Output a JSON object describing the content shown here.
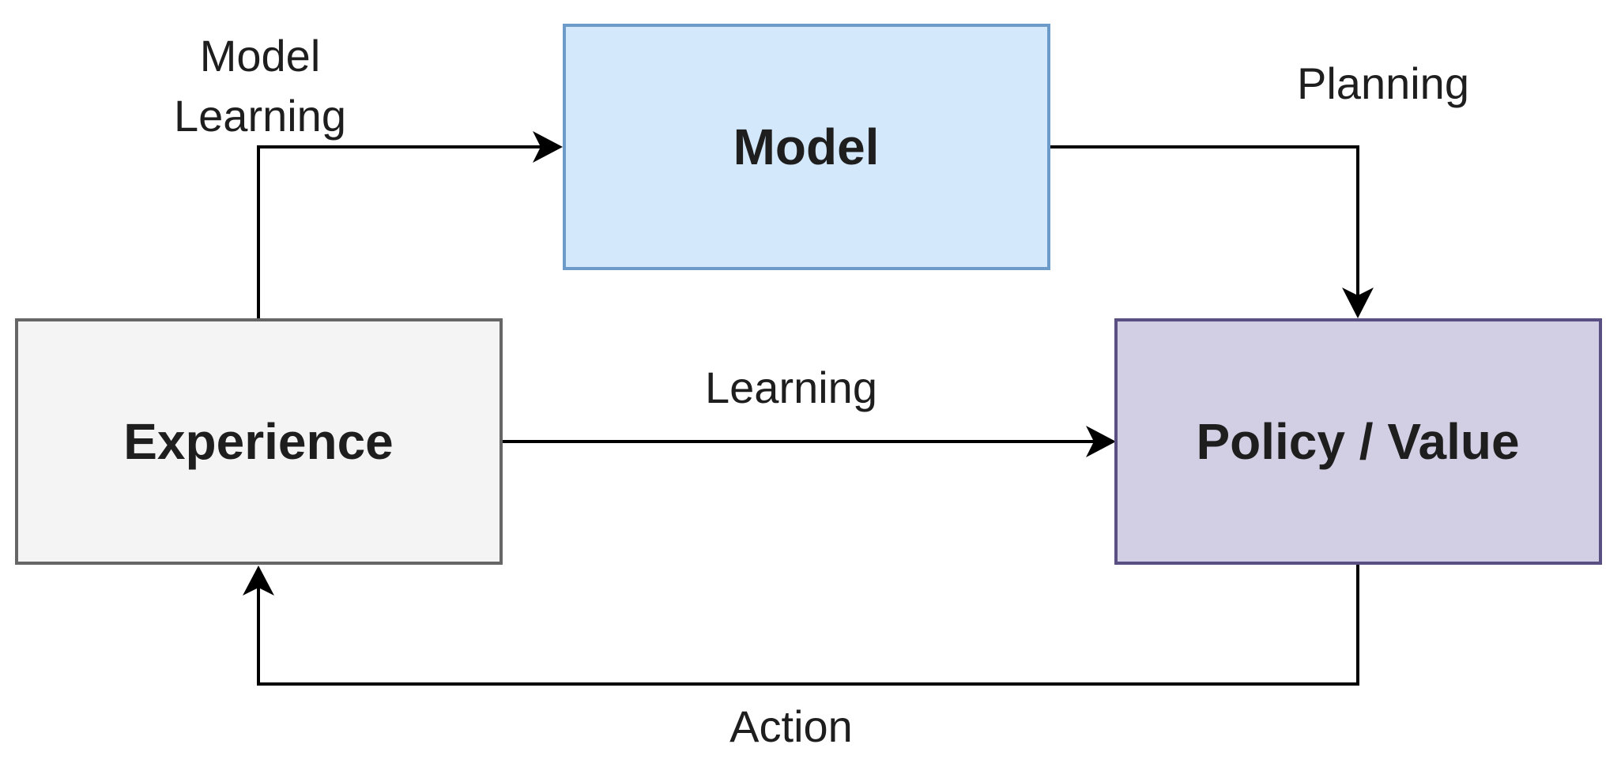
{
  "nodes": {
    "model": {
      "label": "Model",
      "fill": "#d4e8fb",
      "stroke": "#6c9bca"
    },
    "experience": {
      "label": "Experience",
      "fill": "#f4f4f4",
      "stroke": "#666666"
    },
    "policy_value": {
      "label": "Policy / Value",
      "fill": "#d2cee3",
      "stroke": "#5a4f82"
    }
  },
  "edges": {
    "model_learning": {
      "label_line1": "Model",
      "label_line2": "Learning"
    },
    "planning": {
      "label": "Planning"
    },
    "learning": {
      "label": "Learning"
    },
    "action": {
      "label": "Action"
    }
  }
}
